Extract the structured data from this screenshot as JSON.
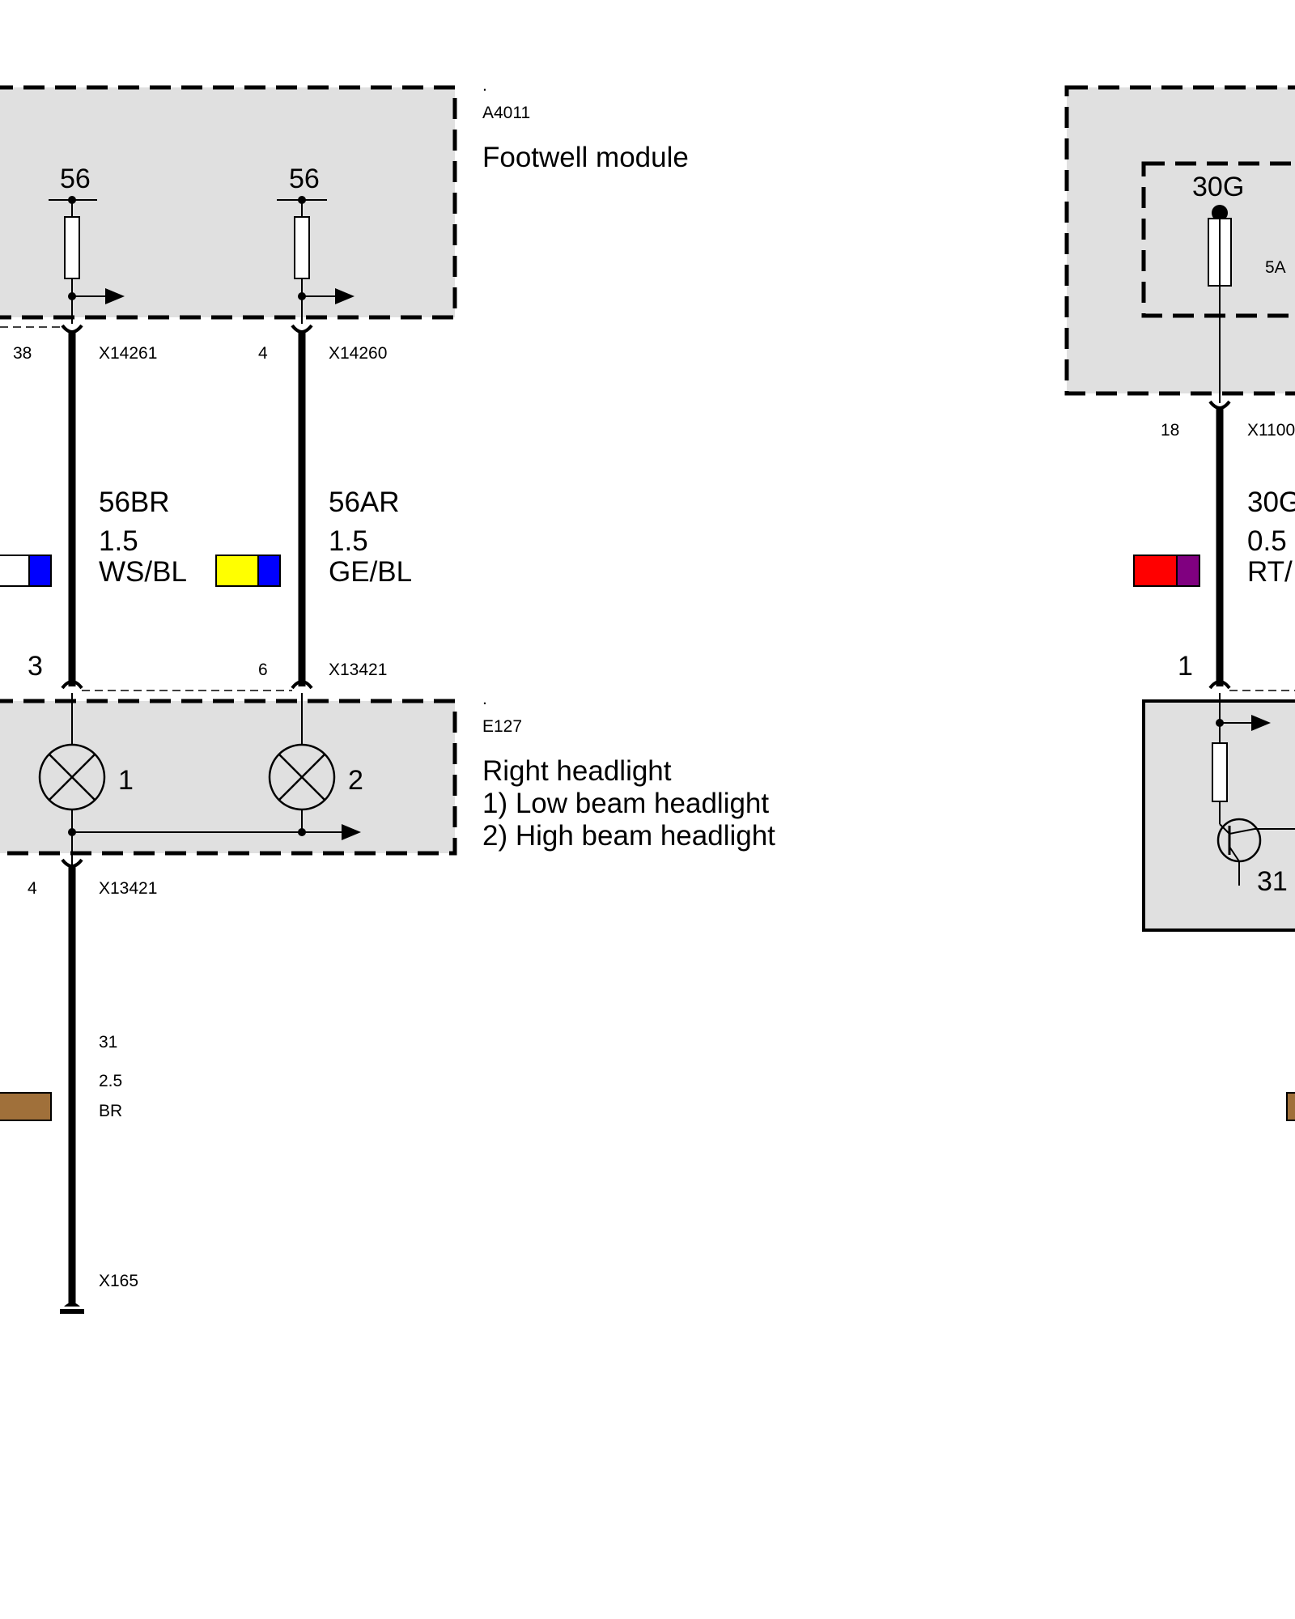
{
  "modules": {
    "footwell": {
      "ref": "A4011",
      "dot": ".",
      "name": "Footwell module"
    },
    "headlight": {
      "ref": "E127",
      "dot": ".",
      "name": "Right headlight",
      "line1": "1) Low beam headlight",
      "line2": "2) High beam headlight"
    }
  },
  "terminals": {
    "left_top": "56",
    "right_top": "56",
    "lamp1": "1",
    "lamp2": "2",
    "right_fuse": "30G",
    "right_fuse_rating": "5A",
    "right_module_31": "31"
  },
  "pins": {
    "p38": "38",
    "p4_top": "4",
    "p3": "3",
    "p6": "6",
    "p4_bottom": "4",
    "p18": "18",
    "p1": "1"
  },
  "connectors": {
    "c14261": "X14261",
    "c14260": "X14260",
    "c13421_top": "X13421",
    "c13421_bottom": "X13421",
    "c165": "X165",
    "c1100_partial": "X1100"
  },
  "wires": {
    "w56br": {
      "name": "56BR",
      "size": "1.5",
      "color": "WS/BL"
    },
    "w56ar": {
      "name": "56AR",
      "size": "1.5",
      "color": "GE/BL"
    },
    "w31": {
      "name": "31",
      "size": "2.5",
      "color": "BR"
    },
    "w30g": {
      "name": "30G",
      "size": "0.5",
      "color": "RT/"
    }
  },
  "swatch_colors": {
    "white": "#ffffff",
    "blue": "#0000ff",
    "yellow": "#ffff00",
    "brown": "#a0703a",
    "red": "#ff0000",
    "violet": "#800080",
    "module_fill": "#e0e0e0"
  }
}
